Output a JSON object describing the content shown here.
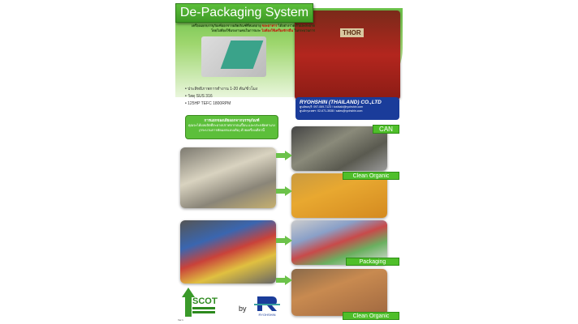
{
  "title": "De-Packaging System",
  "subtitle": {
    "line1": "เครื่องแยกบรรจุภัณฑ์ออกจากผลิตภัณฑ์ที่หมดอายุ ",
    "highlight1": "ขยะอาหาร",
    "line1b": " ได้อย่างรวดเร็วและสะอาด",
    "line2": "โดยไม่ต้องใช้แรงงานคนในการแกะ ",
    "highlight2": "ไม่ต้องใช้เครื่องจักรอื่น",
    "line2b": " ในกระบวนการ"
  },
  "machine_label": "THOR",
  "specs": [
    "ประสิทธิภาพการทำงาน 1-20 ตัน/ชั่วโมง",
    "วัสดุ SUS 316",
    "125HP TEFC 1800RPM"
  ],
  "company": {
    "name": "RYOHSHIN (THAILAND) CO.,LTD",
    "line1": "ศูนย์ชลบุรี: 097-069-7123 / toshiaki@ryohshin.com",
    "line2": "ศูนย์กรุงเทพฯ: 02-671-3538 / sales@ryohshin.com"
  },
  "quote": {
    "heading": "การแยกของเสียออกจากบรรจุภัณฑ์",
    "line1": "คุณจะได้ผลผลิตที่สะอาดปราศจากปนเปื้อน และประหยัดค่าแรง",
    "line2": "(กระบวนการคัดแยกแบบเดิม) ด้วยเครื่องเดียวนี้"
  },
  "labels": {
    "can": "CAN",
    "clean_organic_1": "Clean Organic",
    "packaging": "Packaging",
    "clean_organic_2": "Clean Organic"
  },
  "footer": {
    "by": "by",
    "scott": "SCOTT",
    "ryohshin": "RYOHSHIN",
    "version": "Ver.1"
  }
}
